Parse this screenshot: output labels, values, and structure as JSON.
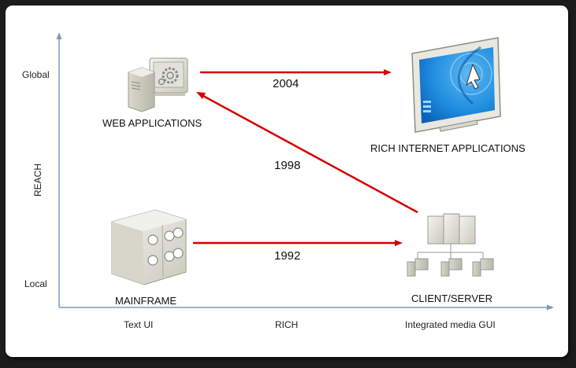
{
  "diagram": {
    "y_axis": {
      "label": "REACH",
      "ticks": [
        "Global",
        "Local"
      ]
    },
    "x_axis": {
      "label": "RICH",
      "ticks": [
        "Text UI",
        "RICH",
        "Integrated media GUI"
      ]
    },
    "nodes": {
      "mainframe": {
        "label": "MAINFRAME",
        "icon": "mainframe-icon"
      },
      "client_server": {
        "label": "CLIENT/SERVER",
        "icon": "client-server-icon"
      },
      "web_apps": {
        "label": "WEB APPLICATIONS",
        "icon": "web-application-icon"
      },
      "ria": {
        "label": "RICH INTERNET APPLICATIONS",
        "icon": "monitor-cursor-icon"
      }
    },
    "transitions": [
      {
        "from": "MAINFRAME",
        "to": "CLIENT/SERVER",
        "year": "1992"
      },
      {
        "from": "CLIENT/SERVER",
        "to": "WEB APPLICATIONS",
        "year": "1998"
      },
      {
        "from": "WEB APPLICATIONS",
        "to": "RICH INTERNET APPLICATIONS",
        "year": "2004"
      }
    ],
    "colors": {
      "arrow": "#d40000",
      "axis": "#7d9bb5",
      "background": "#1c1c1c",
      "panel": "#ffffff"
    }
  }
}
